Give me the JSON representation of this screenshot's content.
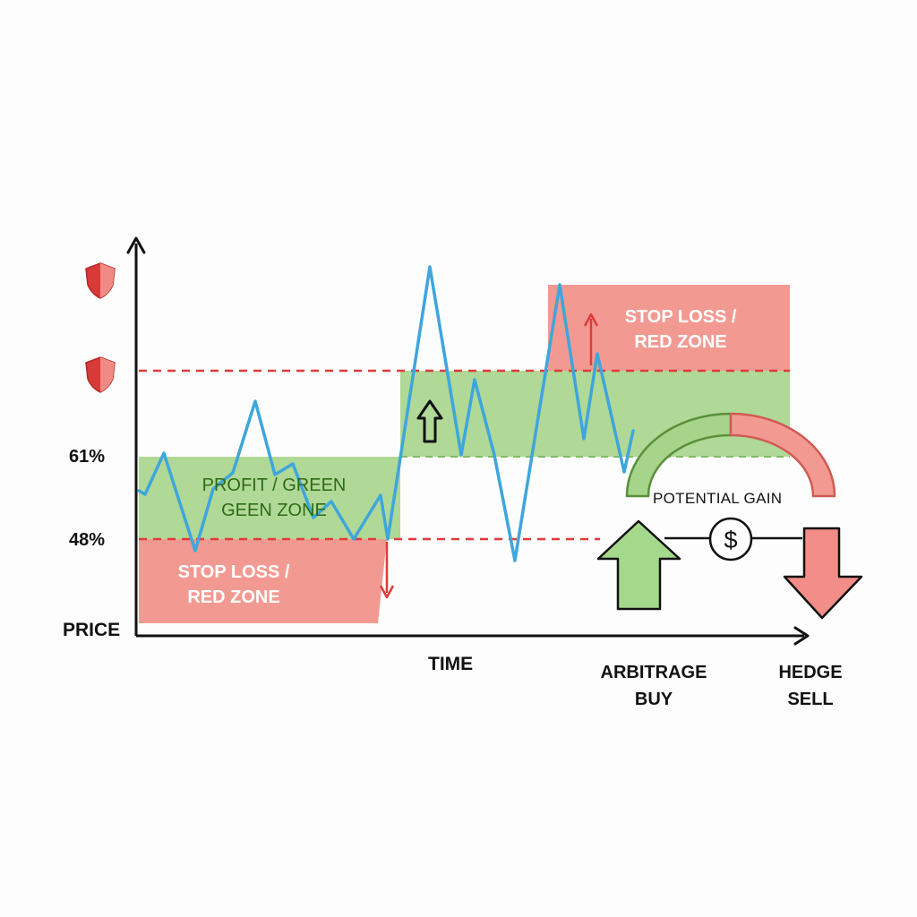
{
  "axes": {
    "y_label": "PRICE",
    "x_label": "TIME"
  },
  "levels": {
    "upper_pct": "61%",
    "lower_pct": "48%"
  },
  "zones": {
    "left_profit": "PROFIT / GREEN\nGEEN ZONE",
    "left_stop_loss": "STOP LOSS /\nRED ZONE",
    "right_stop_loss": "STOP LOSS /\nRED ZONE"
  },
  "gauge": {
    "label": "POTENTIAL GAIN",
    "fill_fraction": 0.45,
    "currency_symbol": "$"
  },
  "actions": {
    "buy_label": "ARBITRAGE\nBUY",
    "sell_label": "HEDGE\nSELL"
  },
  "icons": {
    "shield": "shield-icon",
    "up_arrow": "up-arrow-icon",
    "down_arrow": "down-arrow-icon",
    "dollar": "dollar-coin-icon"
  },
  "colors": {
    "price_line": "#3ea6dc",
    "green_zone": "#a7d48b",
    "red_zone": "#f29a92",
    "dashed_line": "#e03a3a",
    "arrow_red": "#e03a3a",
    "shield_red": "#d83a3a",
    "buy_arrow": "#a4d88a",
    "sell_arrow": "#f28d88"
  }
}
